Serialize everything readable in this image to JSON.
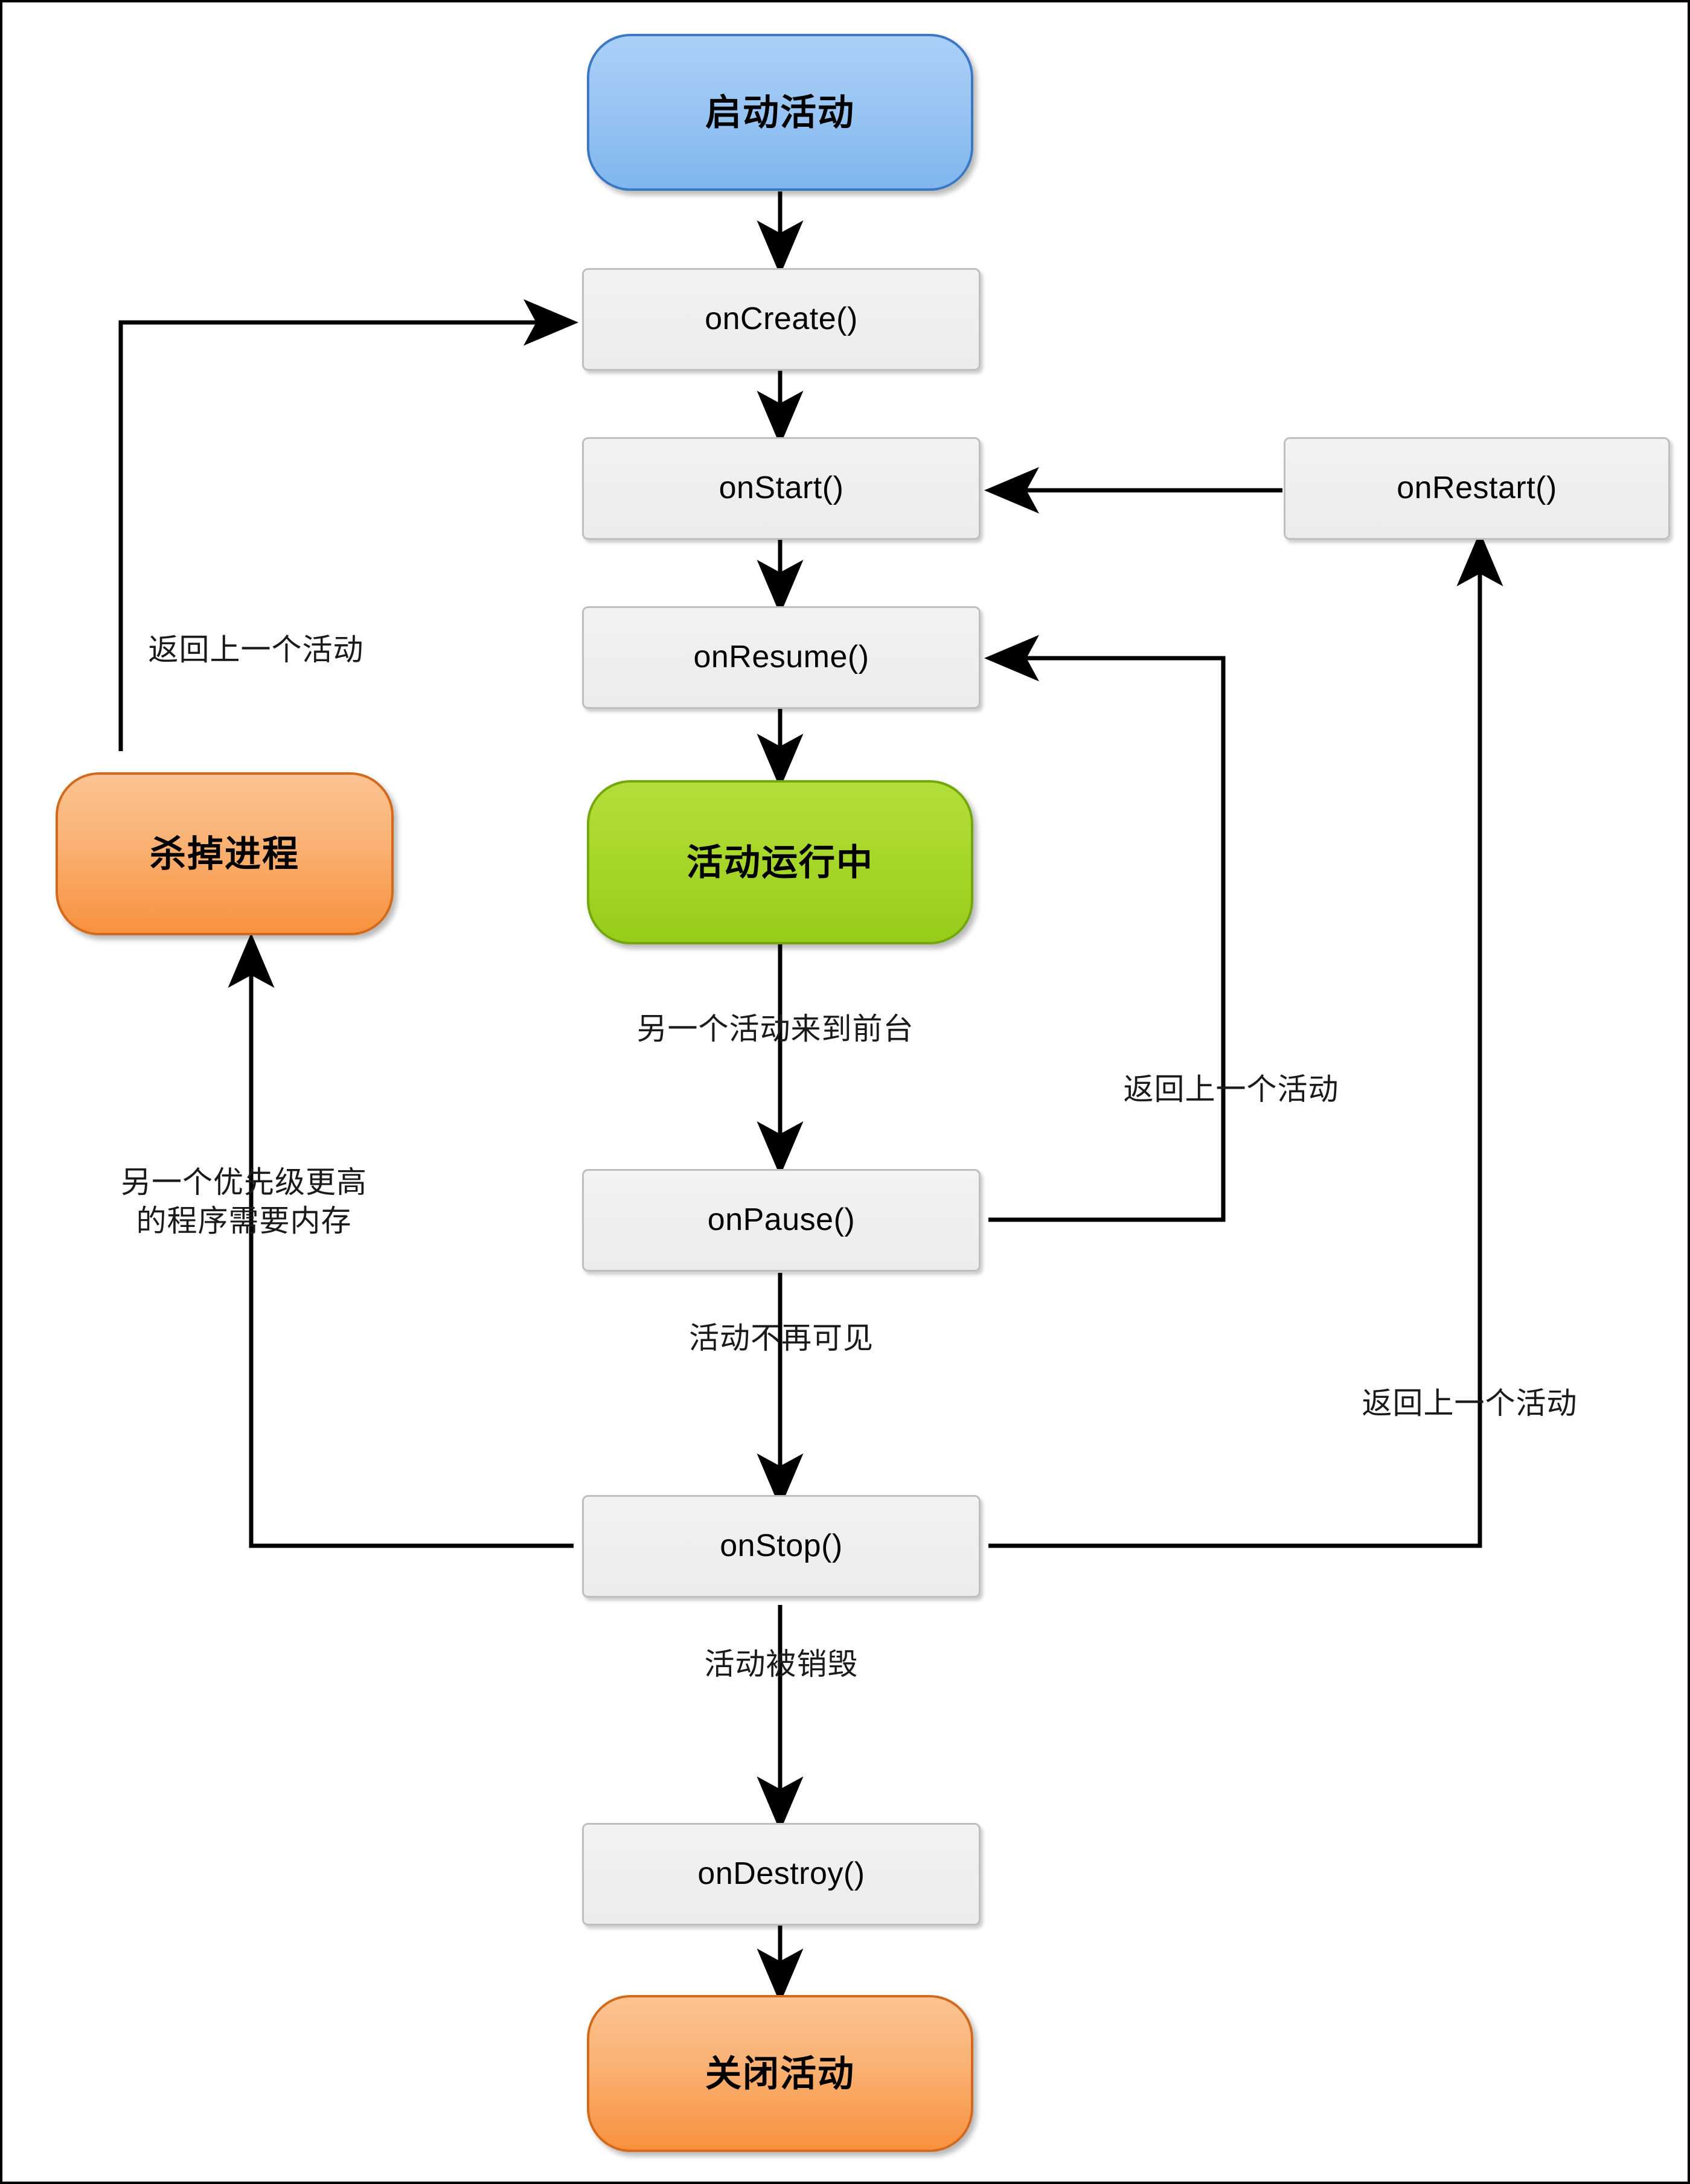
{
  "diagram": {
    "title": "Android Activity 生命周期流程图",
    "colors": {
      "start_node": "#9cc7f4",
      "running_node": "#a8d72b",
      "terminal_node": "#fab173",
      "process_node": "#f0f0f0",
      "process_border": "#bfbfbf",
      "edge": "#000000",
      "background": "#ffffff"
    },
    "nodes": {
      "start_activity": "启动活动",
      "on_create": "onCreate()",
      "on_start": "onStart()",
      "on_resume": "onResume()",
      "activity_running": "活动运行中",
      "on_pause": "onPause()",
      "on_stop": "onStop()",
      "on_destroy": "onDestroy()",
      "on_restart": "onRestart()",
      "kill_process": "杀掉进程",
      "close_activity": "关闭活动"
    },
    "edge_labels": {
      "back_to_previous_left": "返回上一个活动",
      "another_activity_foreground": "另一个活动来到前台",
      "back_to_previous_pause": "返回上一个活动",
      "higher_priority_needs_memory": "另一个优先级更高\n的程序需要内存",
      "activity_not_visible": "活动不再可见",
      "back_to_previous_stop": "返回上一个活动",
      "activity_destroyed": "活动被销毁"
    }
  }
}
